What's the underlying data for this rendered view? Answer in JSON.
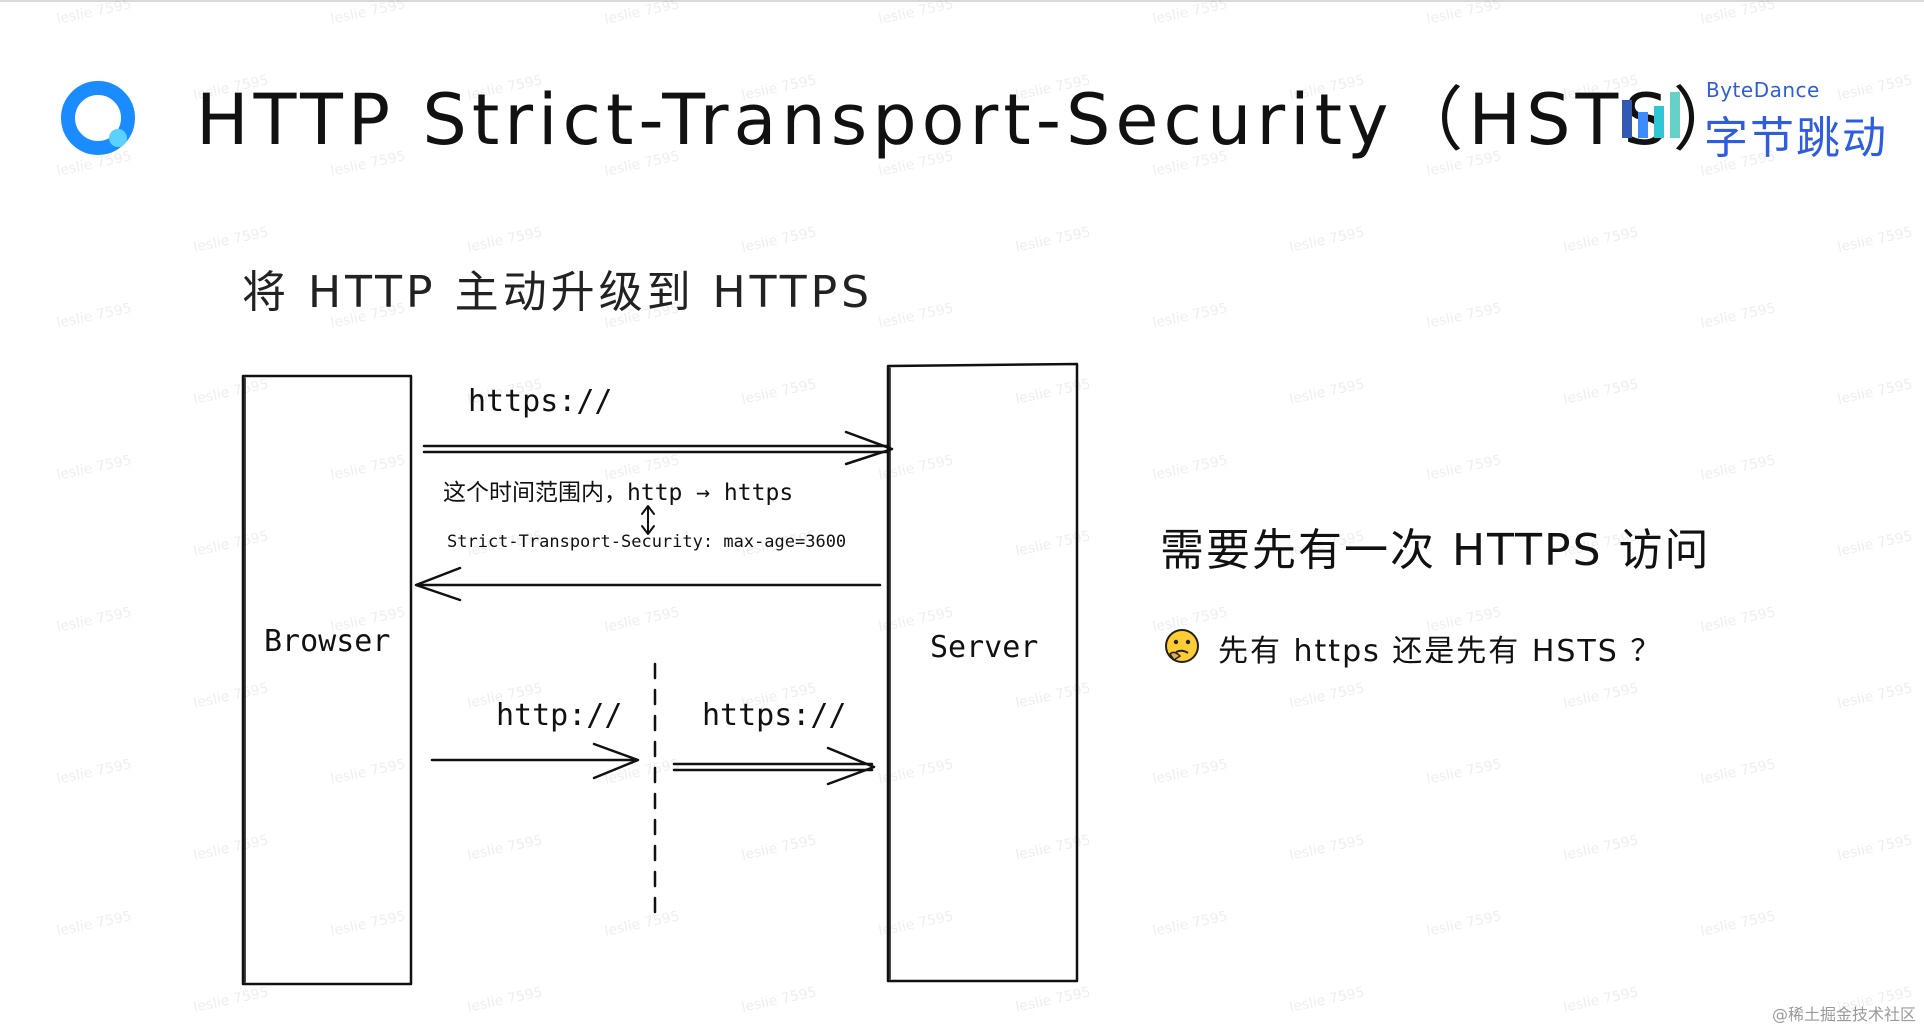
{
  "slide": {
    "title": "HTTP Strict-Transport-Security（HSTS）",
    "subtitle": "将 HTTP 主动升级到 HTTPS",
    "credit": "@稀土掘金技术社区",
    "watermark": "leslie 7595"
  },
  "brand": {
    "name_en": "ByteDance",
    "name_cn": "字节跳动",
    "color": "#2f5de0"
  },
  "app_logo": {
    "icon": "app-logo-icon",
    "colors": [
      "#1a8cff",
      "#5ad1ff"
    ]
  },
  "diagram": {
    "browser_label": "Browser",
    "server_label": "Server",
    "request_https": "https://",
    "note_range": "这个时间范围内，http → https",
    "response_header": "Strict-Transport-Security: max-age=3600",
    "upgrade_from": "http://",
    "upgrade_to": "https://"
  },
  "notes": {
    "heading": "需要先有一次 HTTPS 访问",
    "question": "先有 https 还是先有 HSTS ？",
    "question_emoji": "thinking-face-icon"
  }
}
